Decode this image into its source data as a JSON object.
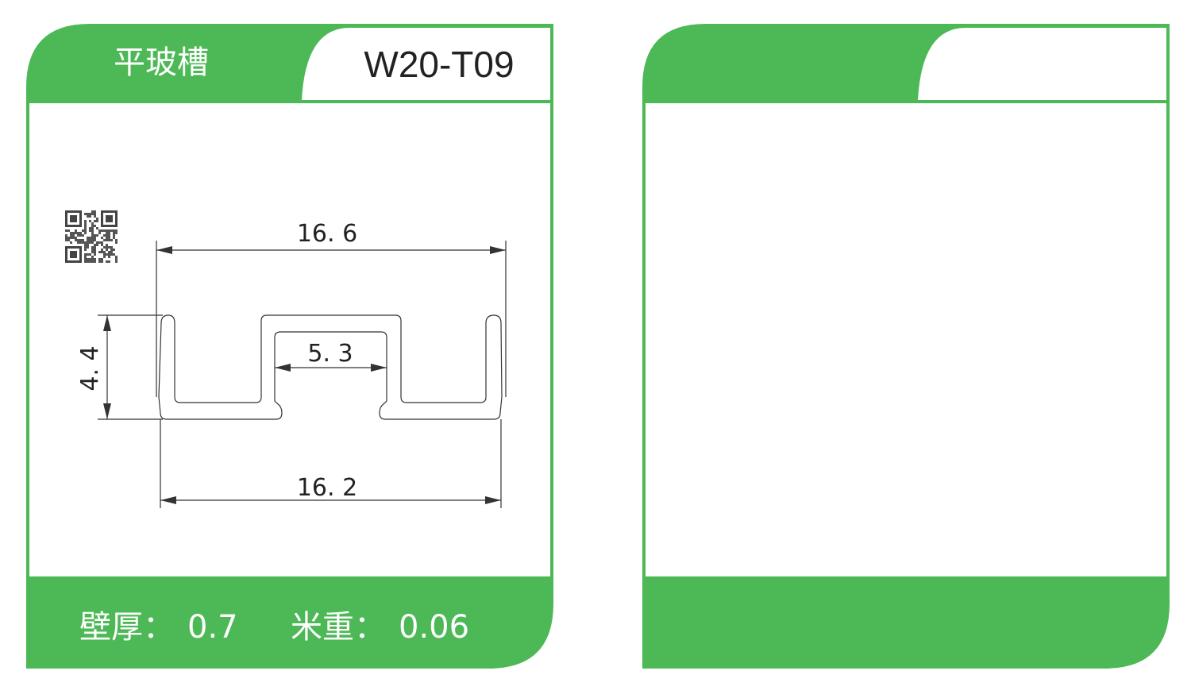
{
  "colors": {
    "brand_green": "#4db856",
    "line": "#333333"
  },
  "left_card": {
    "title": "平玻槽",
    "model": "W20-T09",
    "dimensions": {
      "overall_top": "16. 6",
      "overall_bottom": "16. 2",
      "height": "4. 4",
      "slot": "5. 3"
    },
    "footer": {
      "wall_label": "壁厚：",
      "wall_value": "0.7",
      "weight_label": "米重：",
      "weight_value": "0.06"
    },
    "qr_icon": "qr-code-icon"
  },
  "right_card": {}
}
